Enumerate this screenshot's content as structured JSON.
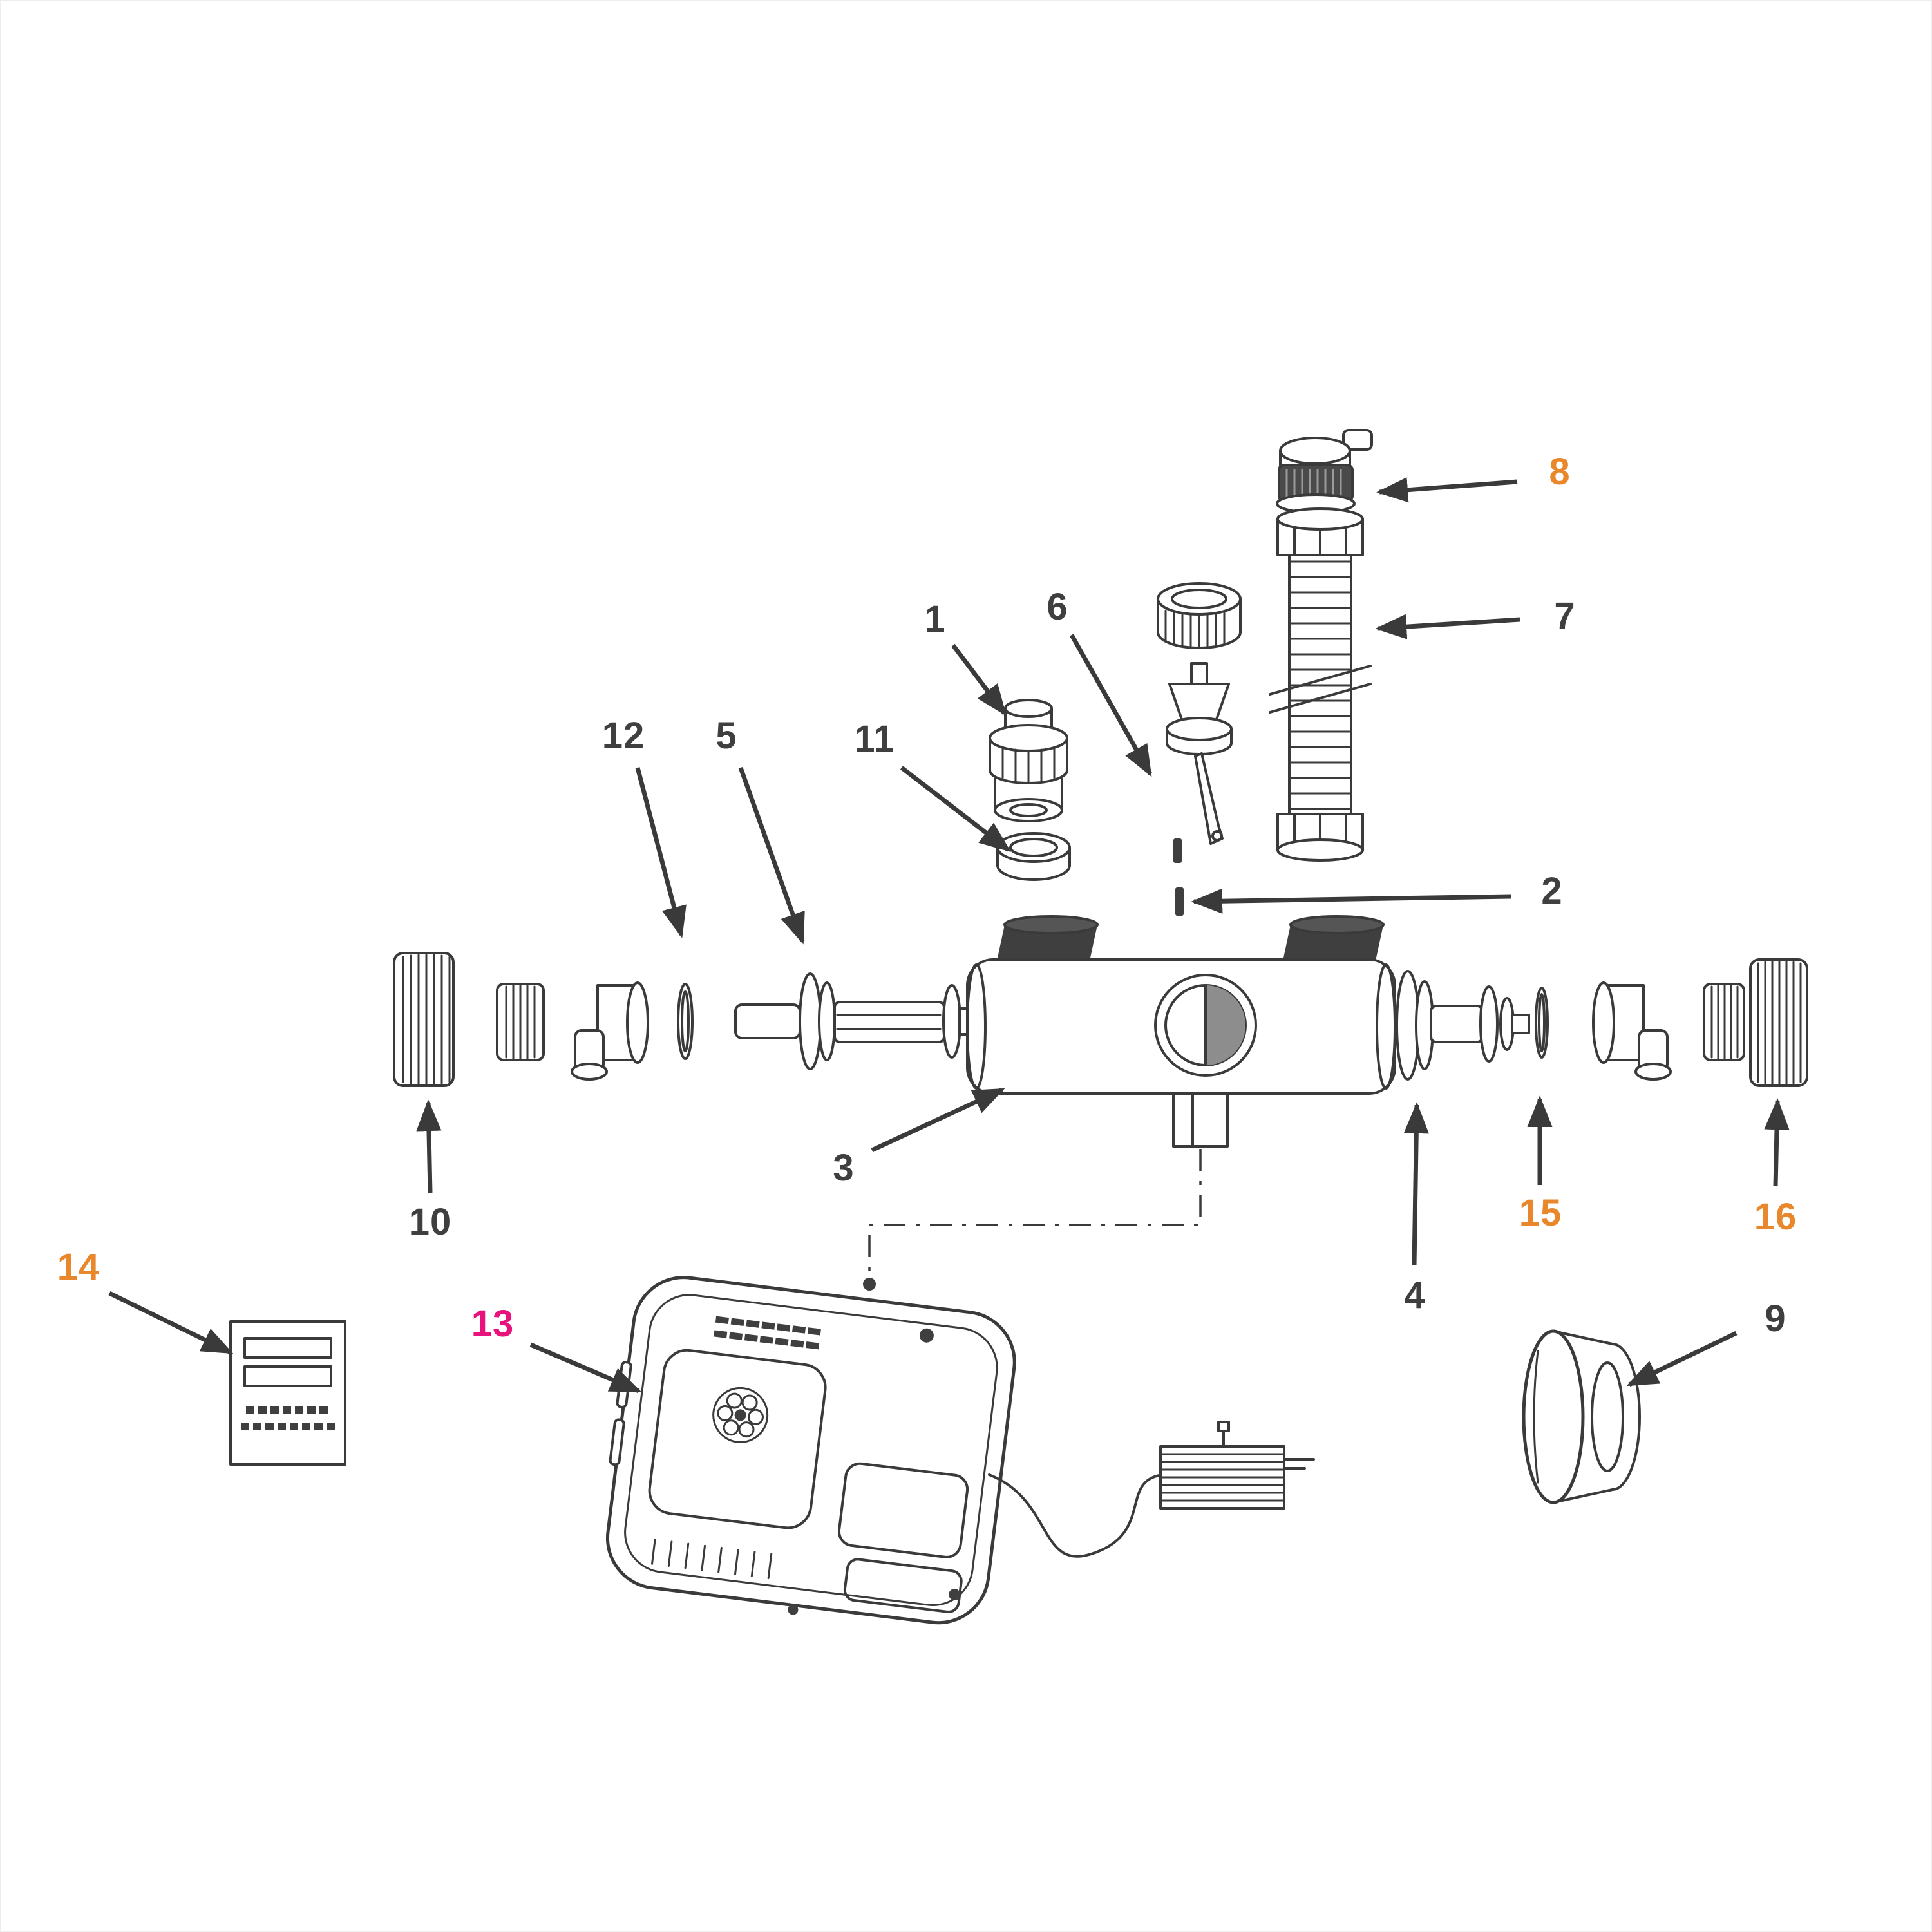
{
  "colors": {
    "line": "#3a3a3a",
    "label_default": "#3f3f3f",
    "label_orange": "#e8872b",
    "label_pink": "#e9117c",
    "background": "#ffffff"
  },
  "callouts": {
    "1": {
      "label": "1",
      "color": "default"
    },
    "2": {
      "label": "2",
      "color": "default"
    },
    "3": {
      "label": "3",
      "color": "default"
    },
    "4": {
      "label": "4",
      "color": "default"
    },
    "5": {
      "label": "5",
      "color": "default"
    },
    "6": {
      "label": "6",
      "color": "default"
    },
    "7": {
      "label": "7",
      "color": "default"
    },
    "8": {
      "label": "8",
      "color": "orange"
    },
    "9": {
      "label": "9",
      "color": "default"
    },
    "10": {
      "label": "10",
      "color": "default"
    },
    "11": {
      "label": "11",
      "color": "default"
    },
    "12": {
      "label": "12",
      "color": "default"
    },
    "13": {
      "label": "13",
      "color": "pink"
    },
    "14": {
      "label": "14",
      "color": "orange"
    },
    "15": {
      "label": "15",
      "color": "orange"
    },
    "16": {
      "label": "16",
      "color": "orange"
    }
  }
}
